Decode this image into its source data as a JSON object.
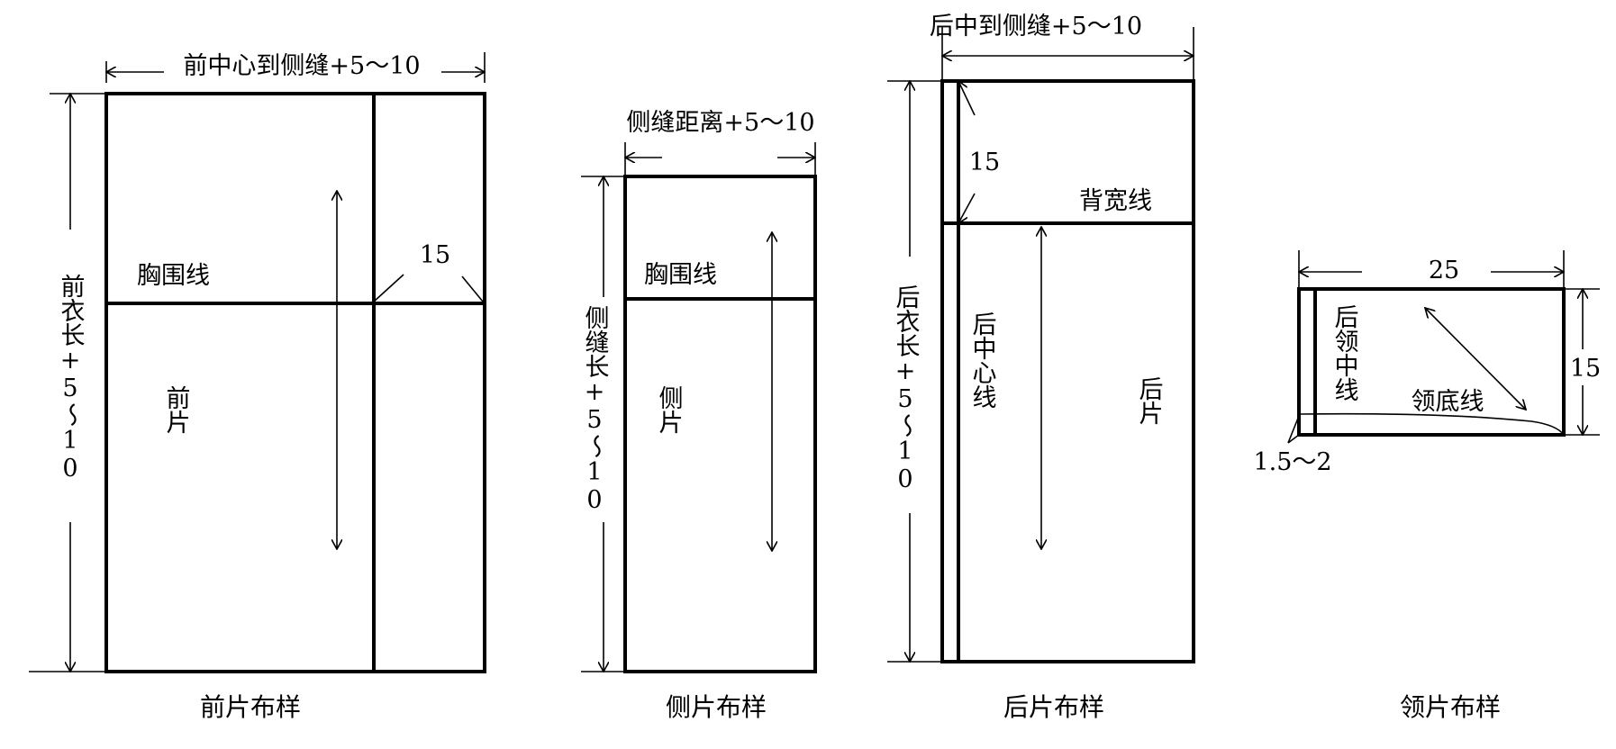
{
  "front": {
    "width_label": "前中心到侧缝+5～10",
    "length_label": "前衣长+5～10",
    "bust_line_label": "胸围线",
    "piece_label": "前片",
    "fold_value": "15",
    "caption": "前片布样"
  },
  "side": {
    "width_label": "侧缝距离+5～10",
    "length_label": "侧缝长+5～10",
    "bust_line_label": "胸围线",
    "piece_label": "侧片",
    "caption": "侧片布样"
  },
  "back": {
    "width_label": "后中到侧缝+5～10",
    "length_label": "后衣长+5～10",
    "back_width_line_label": "背宽线",
    "center_line_label": "后中心线",
    "piece_label": "后片",
    "offset_value": "15",
    "caption": "后片布样"
  },
  "collar": {
    "width_value": "25",
    "height_value": "15",
    "center_line_label": "后领中线",
    "neck_line_label": "领底线",
    "offset_value": "1.5～2",
    "caption": "领片布样"
  }
}
